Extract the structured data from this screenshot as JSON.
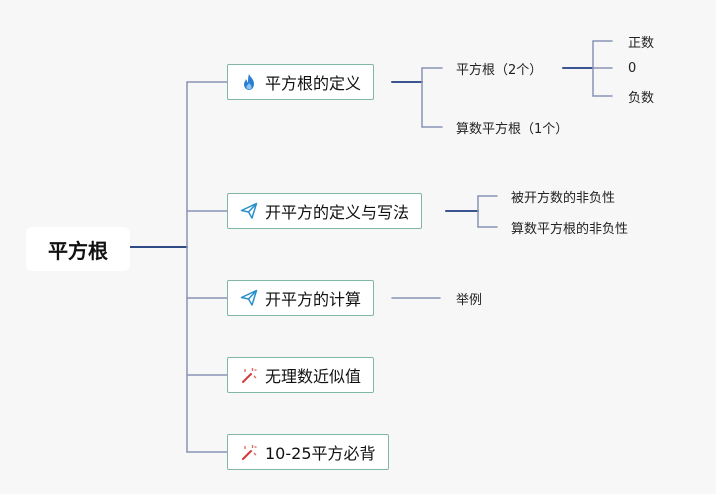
{
  "mindmap": {
    "root": "平方根",
    "branches": [
      {
        "label": "平方根的定义",
        "icon": "flame-icon",
        "children": [
          {
            "label": "平方根（2个）",
            "children": [
              "正数",
              "0",
              "负数"
            ]
          },
          {
            "label": "算数平方根（1个）"
          }
        ]
      },
      {
        "label": "开平方的定义与写法",
        "icon": "paper-plane-icon",
        "children": [
          {
            "label": "被开方数的非负性"
          },
          {
            "label": "算数平方根的非负性"
          }
        ]
      },
      {
        "label": "开平方的计算",
        "icon": "paper-plane-icon",
        "children": [
          {
            "label": "举例"
          }
        ]
      },
      {
        "label": "无理数近似值",
        "icon": "magic-wand-icon",
        "children": []
      },
      {
        "label": "10-25平方必背",
        "icon": "magic-wand-icon",
        "children": []
      }
    ]
  },
  "colors": {
    "connector": "#8a93b5",
    "root_connector": "#2f4b86",
    "node_border": "#7fb6a8",
    "background": "#f7f7f7"
  }
}
